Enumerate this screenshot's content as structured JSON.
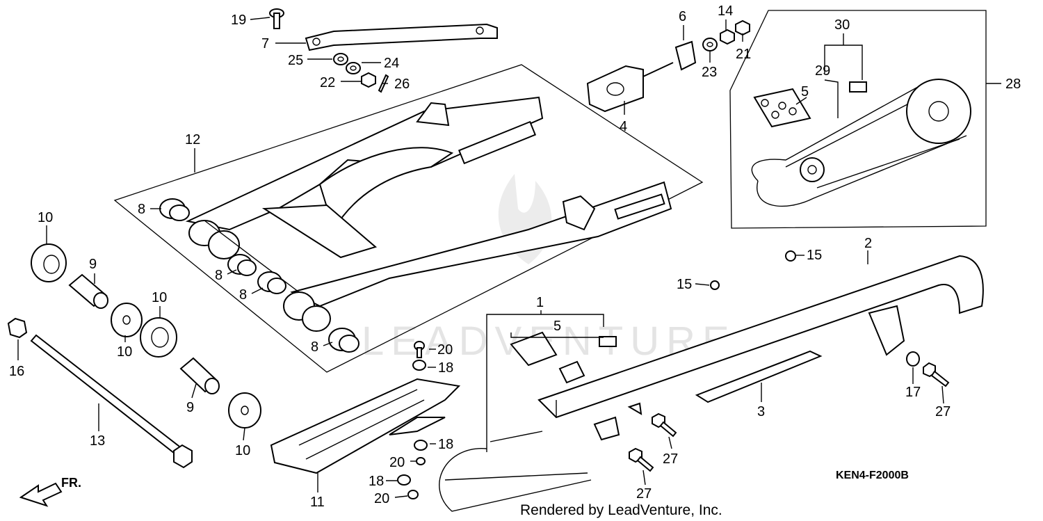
{
  "diagram": {
    "code": "KEN4-F2000B",
    "credit": "Rendered by LeadVenture, Inc.",
    "watermark": "LEADVENTURE",
    "front_arrow": "FR."
  },
  "callouts": {
    "c1": "1",
    "c2": "2",
    "c3": "3",
    "c4": "4",
    "c5a": "5",
    "c5b": "5",
    "c6": "6",
    "c7": "7",
    "c8a": "8",
    "c8b": "8",
    "c8c": "8",
    "c8d": "8",
    "c9a": "9",
    "c9b": "9",
    "c10a": "10",
    "c10b": "10",
    "c10c": "10",
    "c10d": "10",
    "c11": "11",
    "c12": "12",
    "c13": "13",
    "c14": "14",
    "c15a": "15",
    "c15b": "15",
    "c16": "16",
    "c17": "17",
    "c18a": "18",
    "c18b": "18",
    "c18c": "18",
    "c19": "19",
    "c20a": "20",
    "c20b": "20",
    "c20c": "20",
    "c21": "21",
    "c22": "22",
    "c23": "23",
    "c24": "24",
    "c25": "25",
    "c26": "26",
    "c27a": "27",
    "c27b": "27",
    "c27c": "27",
    "c28": "28",
    "c29": "29",
    "c30": "30"
  }
}
